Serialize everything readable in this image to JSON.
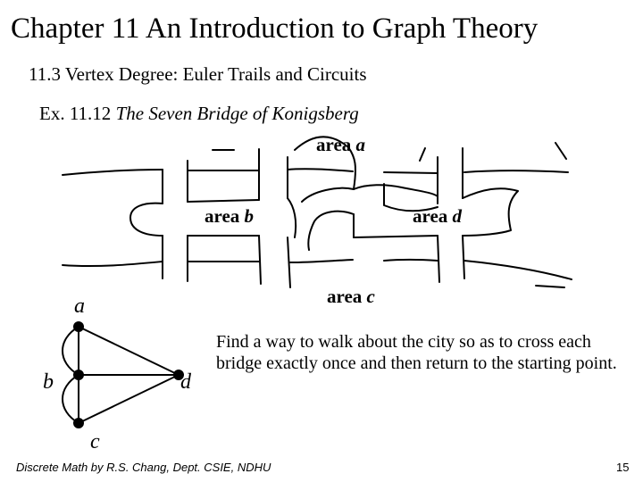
{
  "slide": {
    "title": "Chapter 11 An Introduction to Graph Theory",
    "subtitle": "11.3 Vertex Degree: Euler Trails and Circuits",
    "example_prefix": "Ex. 11.12",
    "example_title": "The Seven Bridge of Konigsberg"
  },
  "map": {
    "area_a": {
      "word": "area",
      "letter": "a"
    },
    "area_b": {
      "word": "area",
      "letter": "b"
    },
    "area_c": {
      "word": "area",
      "letter": "c"
    },
    "area_d": {
      "word": "area",
      "letter": "d"
    }
  },
  "graph": {
    "vertices": {
      "a": "a",
      "b": "b",
      "c": "c",
      "d": "d"
    }
  },
  "question": "Find a way to walk about the city so as to cross each bridge exactly once and then return to the starting point.",
  "footer": {
    "credit": "Discrete Math by R.S. Chang, Dept. CSIE, NDHU",
    "page": "15"
  },
  "colors": {
    "ink": "#000000",
    "background": "#ffffff"
  }
}
